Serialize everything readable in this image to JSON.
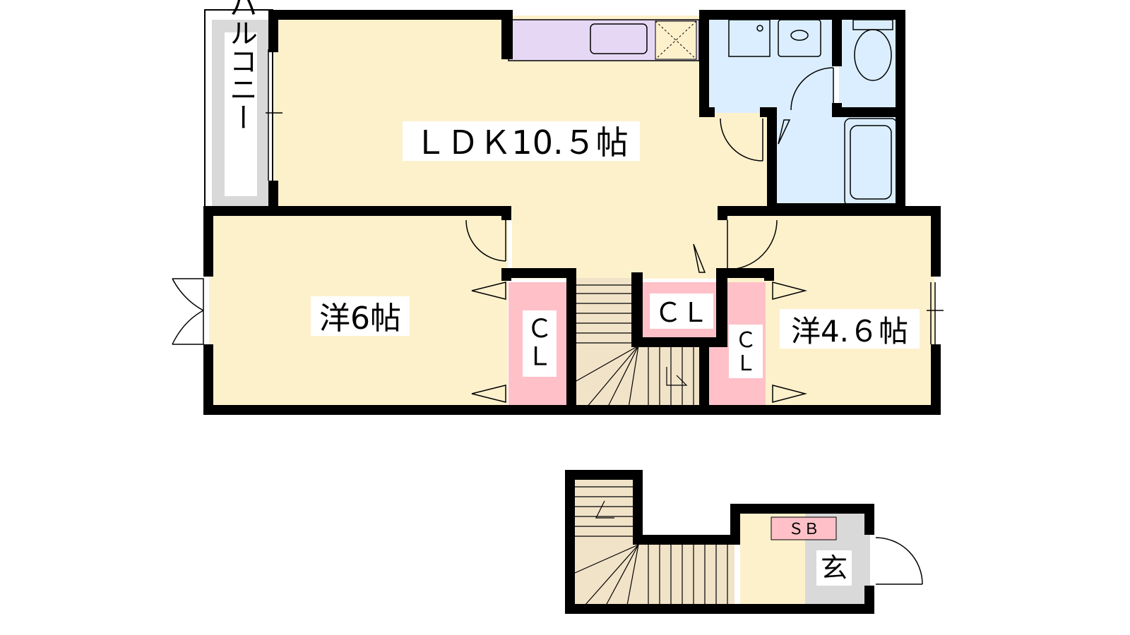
{
  "rooms": {
    "balcony": "バルコニー",
    "ldk": "ＬＤＫ10.５帖",
    "western_a": "洋6帖",
    "western_b": "洋4.６帖",
    "closet_center": "ＣＬ",
    "closet_left": "Ｃ\nＬ",
    "closet_right": "Ｃ\nＬ",
    "shoe_box": "ＳＢ",
    "entrance": "玄"
  },
  "colors": {
    "wall": "#000000",
    "floor": "#fdf1cc",
    "wet_area": "#dbeeff",
    "closet": "#ffc0c8",
    "kitchen": "#e6d8f5",
    "stairs": "#f1e3c8",
    "entrance_floor": "#d9d9d9",
    "balcony": "#d9d9d9"
  }
}
